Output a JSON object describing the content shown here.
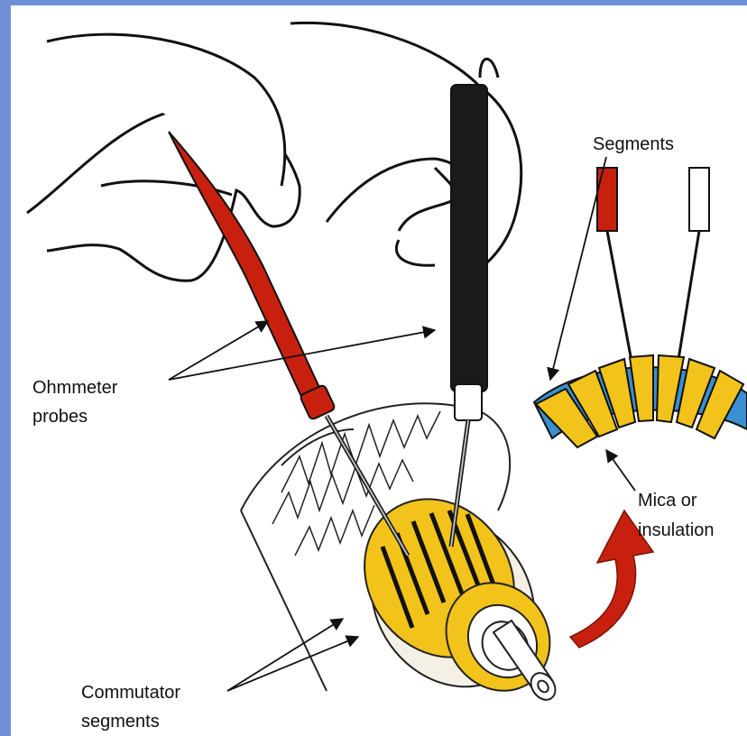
{
  "labels": {
    "ohmmeter_line1": "Ohmmeter",
    "ohmmeter_line2": "probes",
    "commutator_line1": "Commutator",
    "commutator_line2": "segments",
    "segments": "Segments",
    "mica_line1": "Mica or",
    "mica_line2": "insulation"
  },
  "colors": {
    "probe_red": "#c8200f",
    "probe_black": "#1a1a1a",
    "segment_yellow": "#f2c31a",
    "insulation_blue": "#3a8fd0",
    "arrow_red": "#c8200f",
    "background": "#6f8fd8"
  },
  "icons": {
    "rotation_arrow": "curved-arrow-icon"
  }
}
